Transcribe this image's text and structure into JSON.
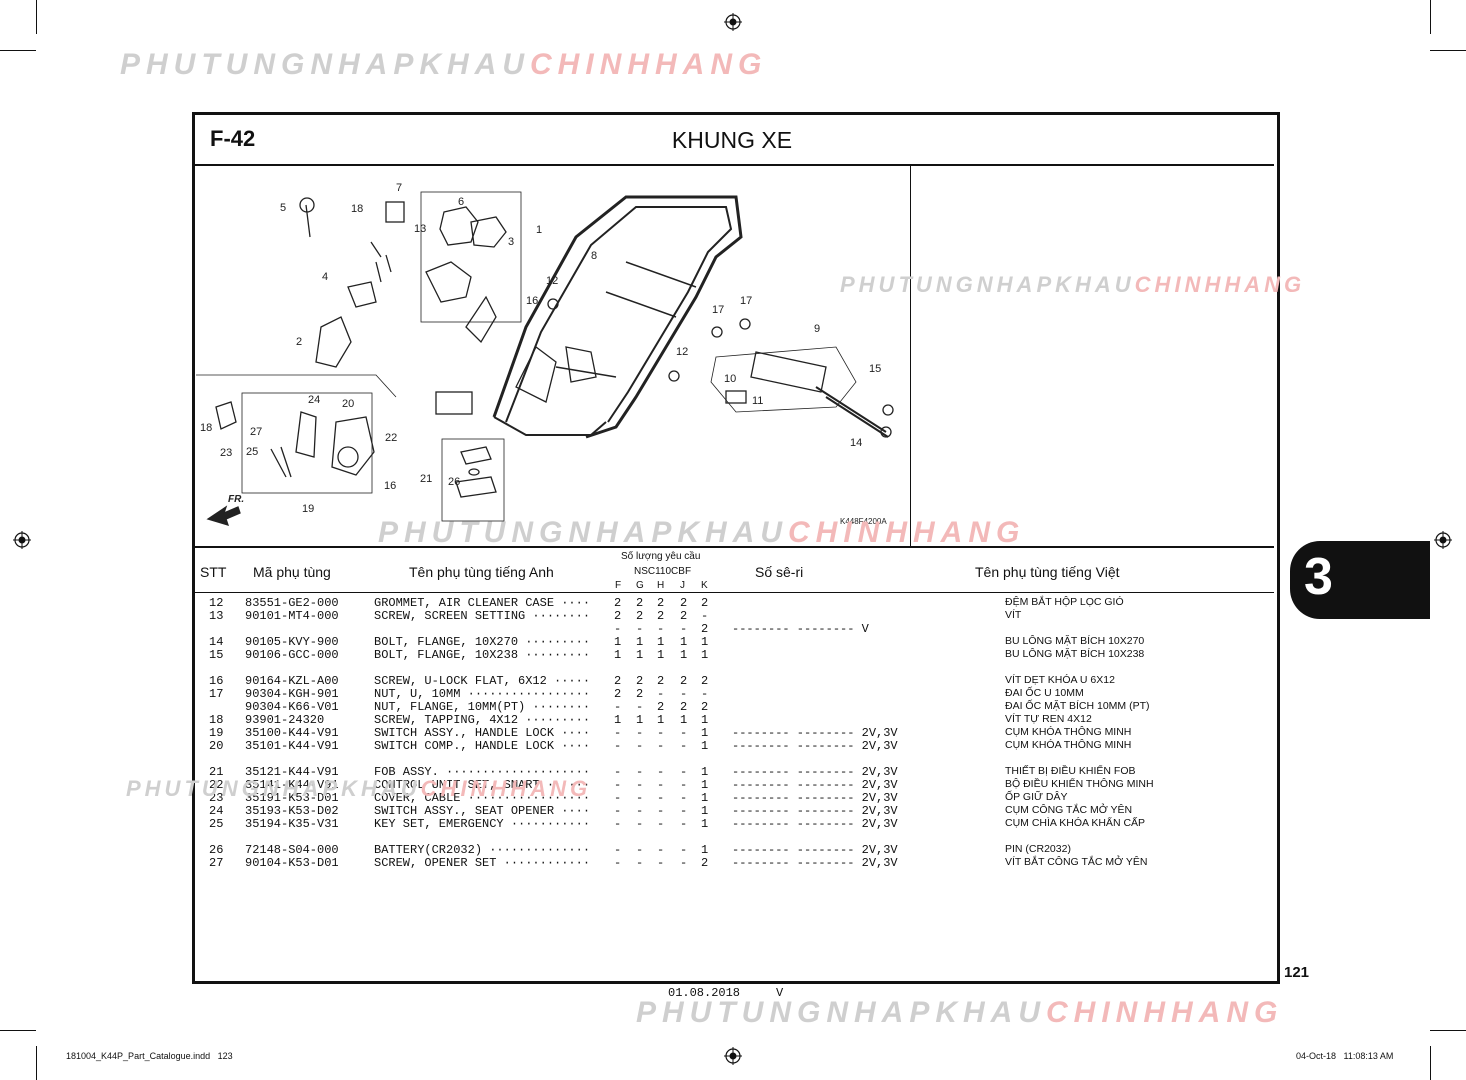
{
  "watermark": {
    "part_a": "PHUTUNGNHAPKHAU",
    "part_b": "CHINHHANG"
  },
  "page": {
    "section_code": "F-42",
    "title": "KHUNG XE",
    "chapter_tab": "3",
    "page_number": "121",
    "date_line": "01.08.2018",
    "date_suffix": "V",
    "file_name": "181004_K44P_Part_Catalogue.indd   123",
    "print_stamp": "04-Oct-18   11:08:13 AM"
  },
  "diagram": {
    "figure_code": "K448F4200A",
    "front_label": "FR.",
    "callouts": [
      "5",
      "18",
      "7",
      "6",
      "13",
      "3",
      "1",
      "8",
      "4",
      "12",
      "16",
      "2",
      "17",
      "17",
      "9",
      "12",
      "15",
      "10",
      "11",
      "14",
      "18",
      "27",
      "24",
      "20",
      "23",
      "25",
      "22",
      "21",
      "26",
      "16",
      "19"
    ]
  },
  "table": {
    "headers": {
      "stt": "STT",
      "part_no": "Mã phụ tùng",
      "name_en": "Tên phụ tùng tiếng Anh",
      "qty_title": "Số lượng yêu cầu",
      "model": "NSC110CBF",
      "qty_cols": [
        "F",
        "G",
        "H",
        "J",
        "K"
      ],
      "serial": "Số sê-ri",
      "name_vn": "Tên phụ tùng tiếng Việt"
    },
    "rows": [
      {
        "stt": "12",
        "part": "83551-GE2-000",
        "en": "GROMMET, AIR CLEANER CASE ····",
        "q": [
          "2",
          "2",
          "2",
          "2",
          "2"
        ],
        "serial": "",
        "vn": "ĐỆM BẮT HỘP LỌC GIÓ"
      },
      {
        "stt": "13",
        "part": "90101-MT4-000",
        "en": "SCREW, SCREEN SETTING ········",
        "q": [
          "2",
          "2",
          "2",
          "2",
          "-"
        ],
        "serial": "",
        "vn": "VÍT"
      },
      {
        "stt": "",
        "part": "",
        "en": "",
        "q": [
          "-",
          "-",
          "-",
          "-",
          "2"
        ],
        "serial": "-------- -------- V",
        "vn": ""
      },
      {
        "stt": "14",
        "part": "90105-KVY-900",
        "en": "BOLT, FLANGE, 10X270 ·········",
        "q": [
          "1",
          "1",
          "1",
          "1",
          "1"
        ],
        "serial": "",
        "vn": "BU LÔNG MẶT BÍCH 10X270"
      },
      {
        "stt": "15",
        "part": "90106-GCC-000",
        "en": "BOLT, FLANGE, 10X238 ·········",
        "q": [
          "1",
          "1",
          "1",
          "1",
          "1"
        ],
        "serial": "",
        "vn": "BU LÔNG MẶT BÍCH 10X238"
      },
      {
        "stt": "16",
        "part": "90164-KZL-A00",
        "en": "SCREW, U-LOCK FLAT, 6X12 ·····",
        "q": [
          "2",
          "2",
          "2",
          "2",
          "2"
        ],
        "serial": "",
        "vn": "VÍT DẸT KHÓA U 6X12"
      },
      {
        "stt": "17",
        "part": "90304-KGH-901",
        "en": "NUT, U, 10MM ·················",
        "q": [
          "2",
          "2",
          "-",
          "-",
          "-"
        ],
        "serial": "",
        "vn": "ĐAI ỐC U 10MM"
      },
      {
        "stt": "",
        "part": "90304-K66-V01",
        "en": "NUT, FLANGE, 10MM(PT) ········",
        "q": [
          "-",
          "-",
          "2",
          "2",
          "2"
        ],
        "serial": "",
        "vn": "ĐAI ỐC MẶT BÍCH 10MM (PT)"
      },
      {
        "stt": "18",
        "part": "93901-24320",
        "en": "SCREW, TAPPING, 4X12 ·········",
        "q": [
          "1",
          "1",
          "1",
          "1",
          "1"
        ],
        "serial": "",
        "vn": "VÍT TỰ REN 4X12"
      },
      {
        "stt": "19",
        "part": "35100-K44-V91",
        "en": "SWITCH ASSY., HANDLE LOCK ····",
        "q": [
          "-",
          "-",
          "-",
          "-",
          "1"
        ],
        "serial": "-------- -------- 2V,3V",
        "vn": "CỤM KHÓA THÔNG MINH"
      },
      {
        "stt": "20",
        "part": "35101-K44-V91",
        "en": "SWITCH COMP., HANDLE LOCK ····",
        "q": [
          "-",
          "-",
          "-",
          "-",
          "1"
        ],
        "serial": "-------- -------- 2V,3V",
        "vn": "CỤM KHÓA THÔNG MINH"
      },
      {
        "stt": "21",
        "part": "35121-K44-V91",
        "en": "FOB ASSY. ····················",
        "q": [
          "-",
          "-",
          "-",
          "-",
          "1"
        ],
        "serial": "-------- -------- 2V,3V",
        "vn": "THIẾT BỊ ĐIỀU KHIỂN FOB"
      },
      {
        "stt": "22",
        "part": "35141-K44-V91",
        "en": "CONTROL UNIT SET, SMART ······",
        "q": [
          "-",
          "-",
          "-",
          "-",
          "1"
        ],
        "serial": "-------- -------- 2V,3V",
        "vn": "BỘ ĐIỀU KHIỂN THÔNG MINH"
      },
      {
        "stt": "23",
        "part": "35191-K53-D01",
        "en": "COVER, CABLE ·················",
        "q": [
          "-",
          "-",
          "-",
          "-",
          "1"
        ],
        "serial": "-------- -------- 2V,3V",
        "vn": "ỐP GIỮ DÂY"
      },
      {
        "stt": "24",
        "part": "35193-K53-D02",
        "en": "SWITCH ASSY., SEAT OPENER ····",
        "q": [
          "-",
          "-",
          "-",
          "-",
          "1"
        ],
        "serial": "-------- -------- 2V,3V",
        "vn": "CỤM CÔNG TẮC MỞ YÊN"
      },
      {
        "stt": "25",
        "part": "35194-K35-V31",
        "en": "KEY SET, EMERGENCY ···········",
        "q": [
          "-",
          "-",
          "-",
          "-",
          "1"
        ],
        "serial": "-------- -------- 2V,3V",
        "vn": "CỤM CHÌA KHÓA KHẨN CẤP"
      },
      {
        "stt": "26",
        "part": "72148-S04-000",
        "en": "BATTERY(CR2032) ··············",
        "q": [
          "-",
          "-",
          "-",
          "-",
          "1"
        ],
        "serial": "-------- -------- 2V,3V",
        "vn": "PIN (CR2032)"
      },
      {
        "stt": "27",
        "part": "90104-K53-D01",
        "en": "SCREW, OPENER SET ············",
        "q": [
          "-",
          "-",
          "-",
          "-",
          "2"
        ],
        "serial": "-------- -------- 2V,3V",
        "vn": "VÍT BẮT CÔNG TẮC MỞ YÊN"
      }
    ]
  }
}
